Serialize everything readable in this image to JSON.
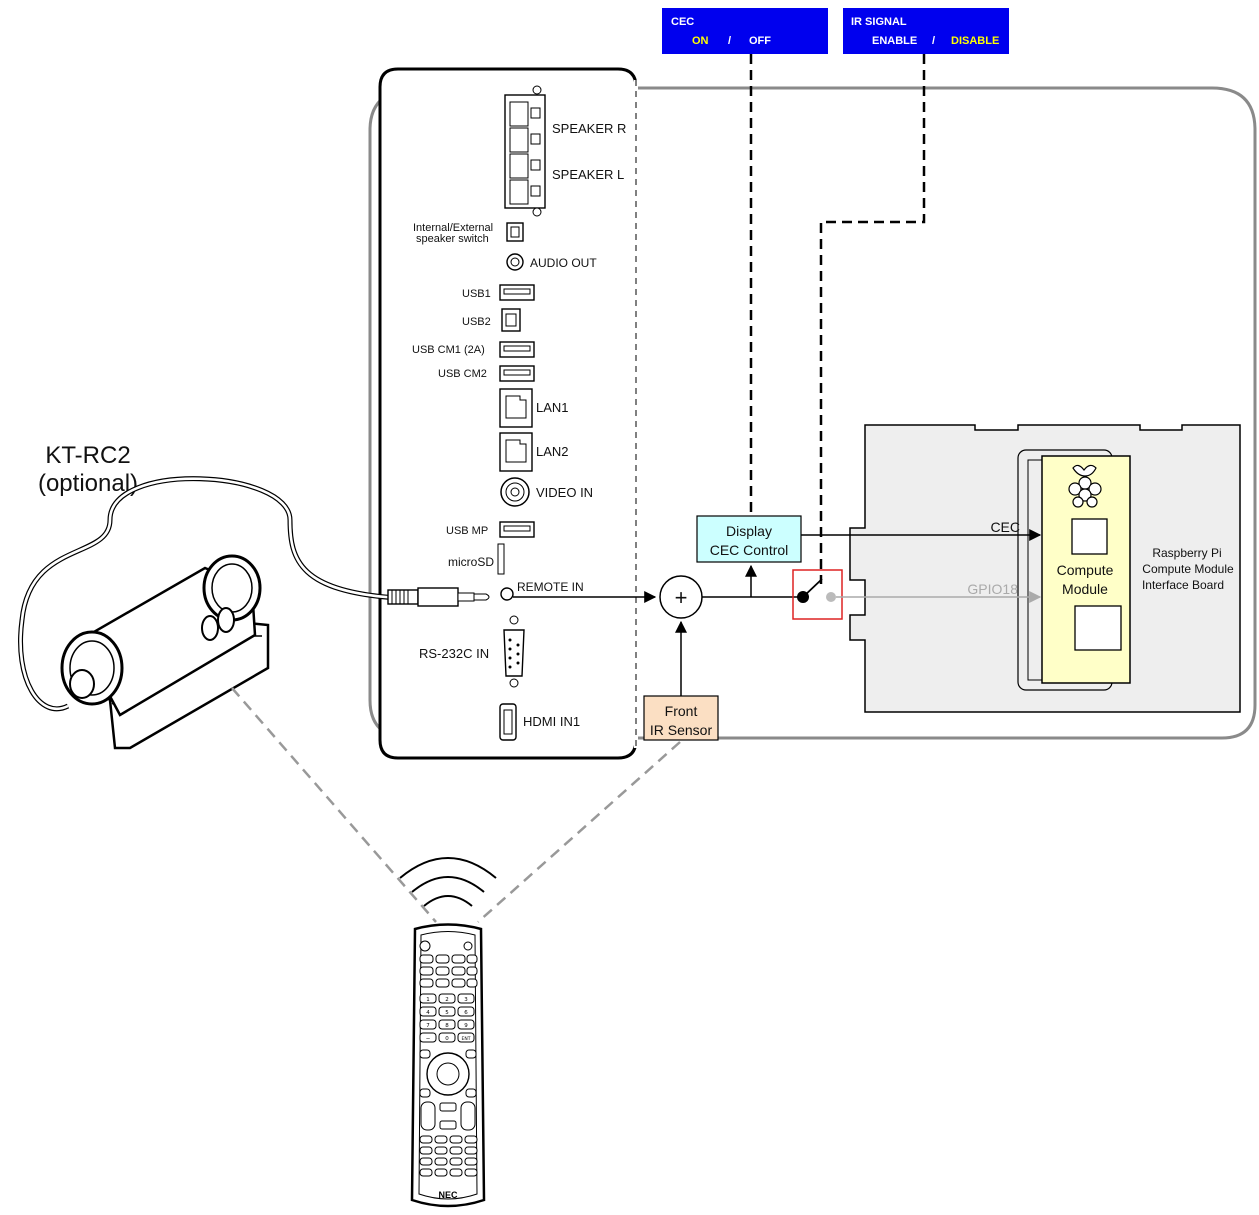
{
  "kt": {
    "line1": "KT-RC2",
    "line2": "(optional)"
  },
  "cec_box": {
    "title": "CEC",
    "on": "ON",
    "sep": "/",
    "off": "OFF"
  },
  "ir_box": {
    "title": "IR SIGNAL",
    "enable": "ENABLE",
    "sep": "/",
    "disable": "DISABLE"
  },
  "panel": {
    "speaker_r": "SPEAKER R",
    "speaker_l": "SPEAKER L",
    "speaker_switch_1": "Internal/External",
    "speaker_switch_2": "speaker switch",
    "audio_out": "AUDIO OUT",
    "usb1": "USB1",
    "usb2": "USB2",
    "usb_cm1": "USB CM1 (2A)",
    "usb_cm2": "USB CM2",
    "lan1": "LAN1",
    "lan2": "LAN2",
    "video_in": "VIDEO IN",
    "usb_mp": "USB MP",
    "microsd": "microSD",
    "remote_in": "REMOTE IN",
    "rs232c_in": "RS-232C IN",
    "hdmi_in1": "HDMI IN1"
  },
  "display_cec": {
    "line1": "Display",
    "line2": "CEC Control"
  },
  "front_ir": {
    "line1": "Front",
    "line2": "IR Sensor"
  },
  "sum_symbol": "+",
  "board": {
    "cec_label": "CEC",
    "gpio_label": "GPIO18",
    "module_line1": "Compute",
    "module_line2": "Module",
    "board_line1": "Raspberry Pi",
    "board_line2": "Compute Module",
    "board_line3": "Interface Board"
  },
  "remote": {
    "brand": "NEC",
    "keys_row1": [
      "1",
      "2",
      "3"
    ],
    "keys_row2": [
      "4",
      "5",
      "6"
    ],
    "keys_row3": [
      "7",
      "8",
      "9"
    ],
    "keys_row4": [
      "−",
      "0",
      "ENT"
    ]
  },
  "colors": {
    "toggle_bg": "#0000ee",
    "toggle_active": "#ffff00",
    "cec_box_fill": "#ccffff",
    "ir_box_fill": "#fbdfc3",
    "module_fill": "#ffffc8",
    "board_fill": "#eeeeee",
    "switch_highlight": "#dd2222"
  }
}
